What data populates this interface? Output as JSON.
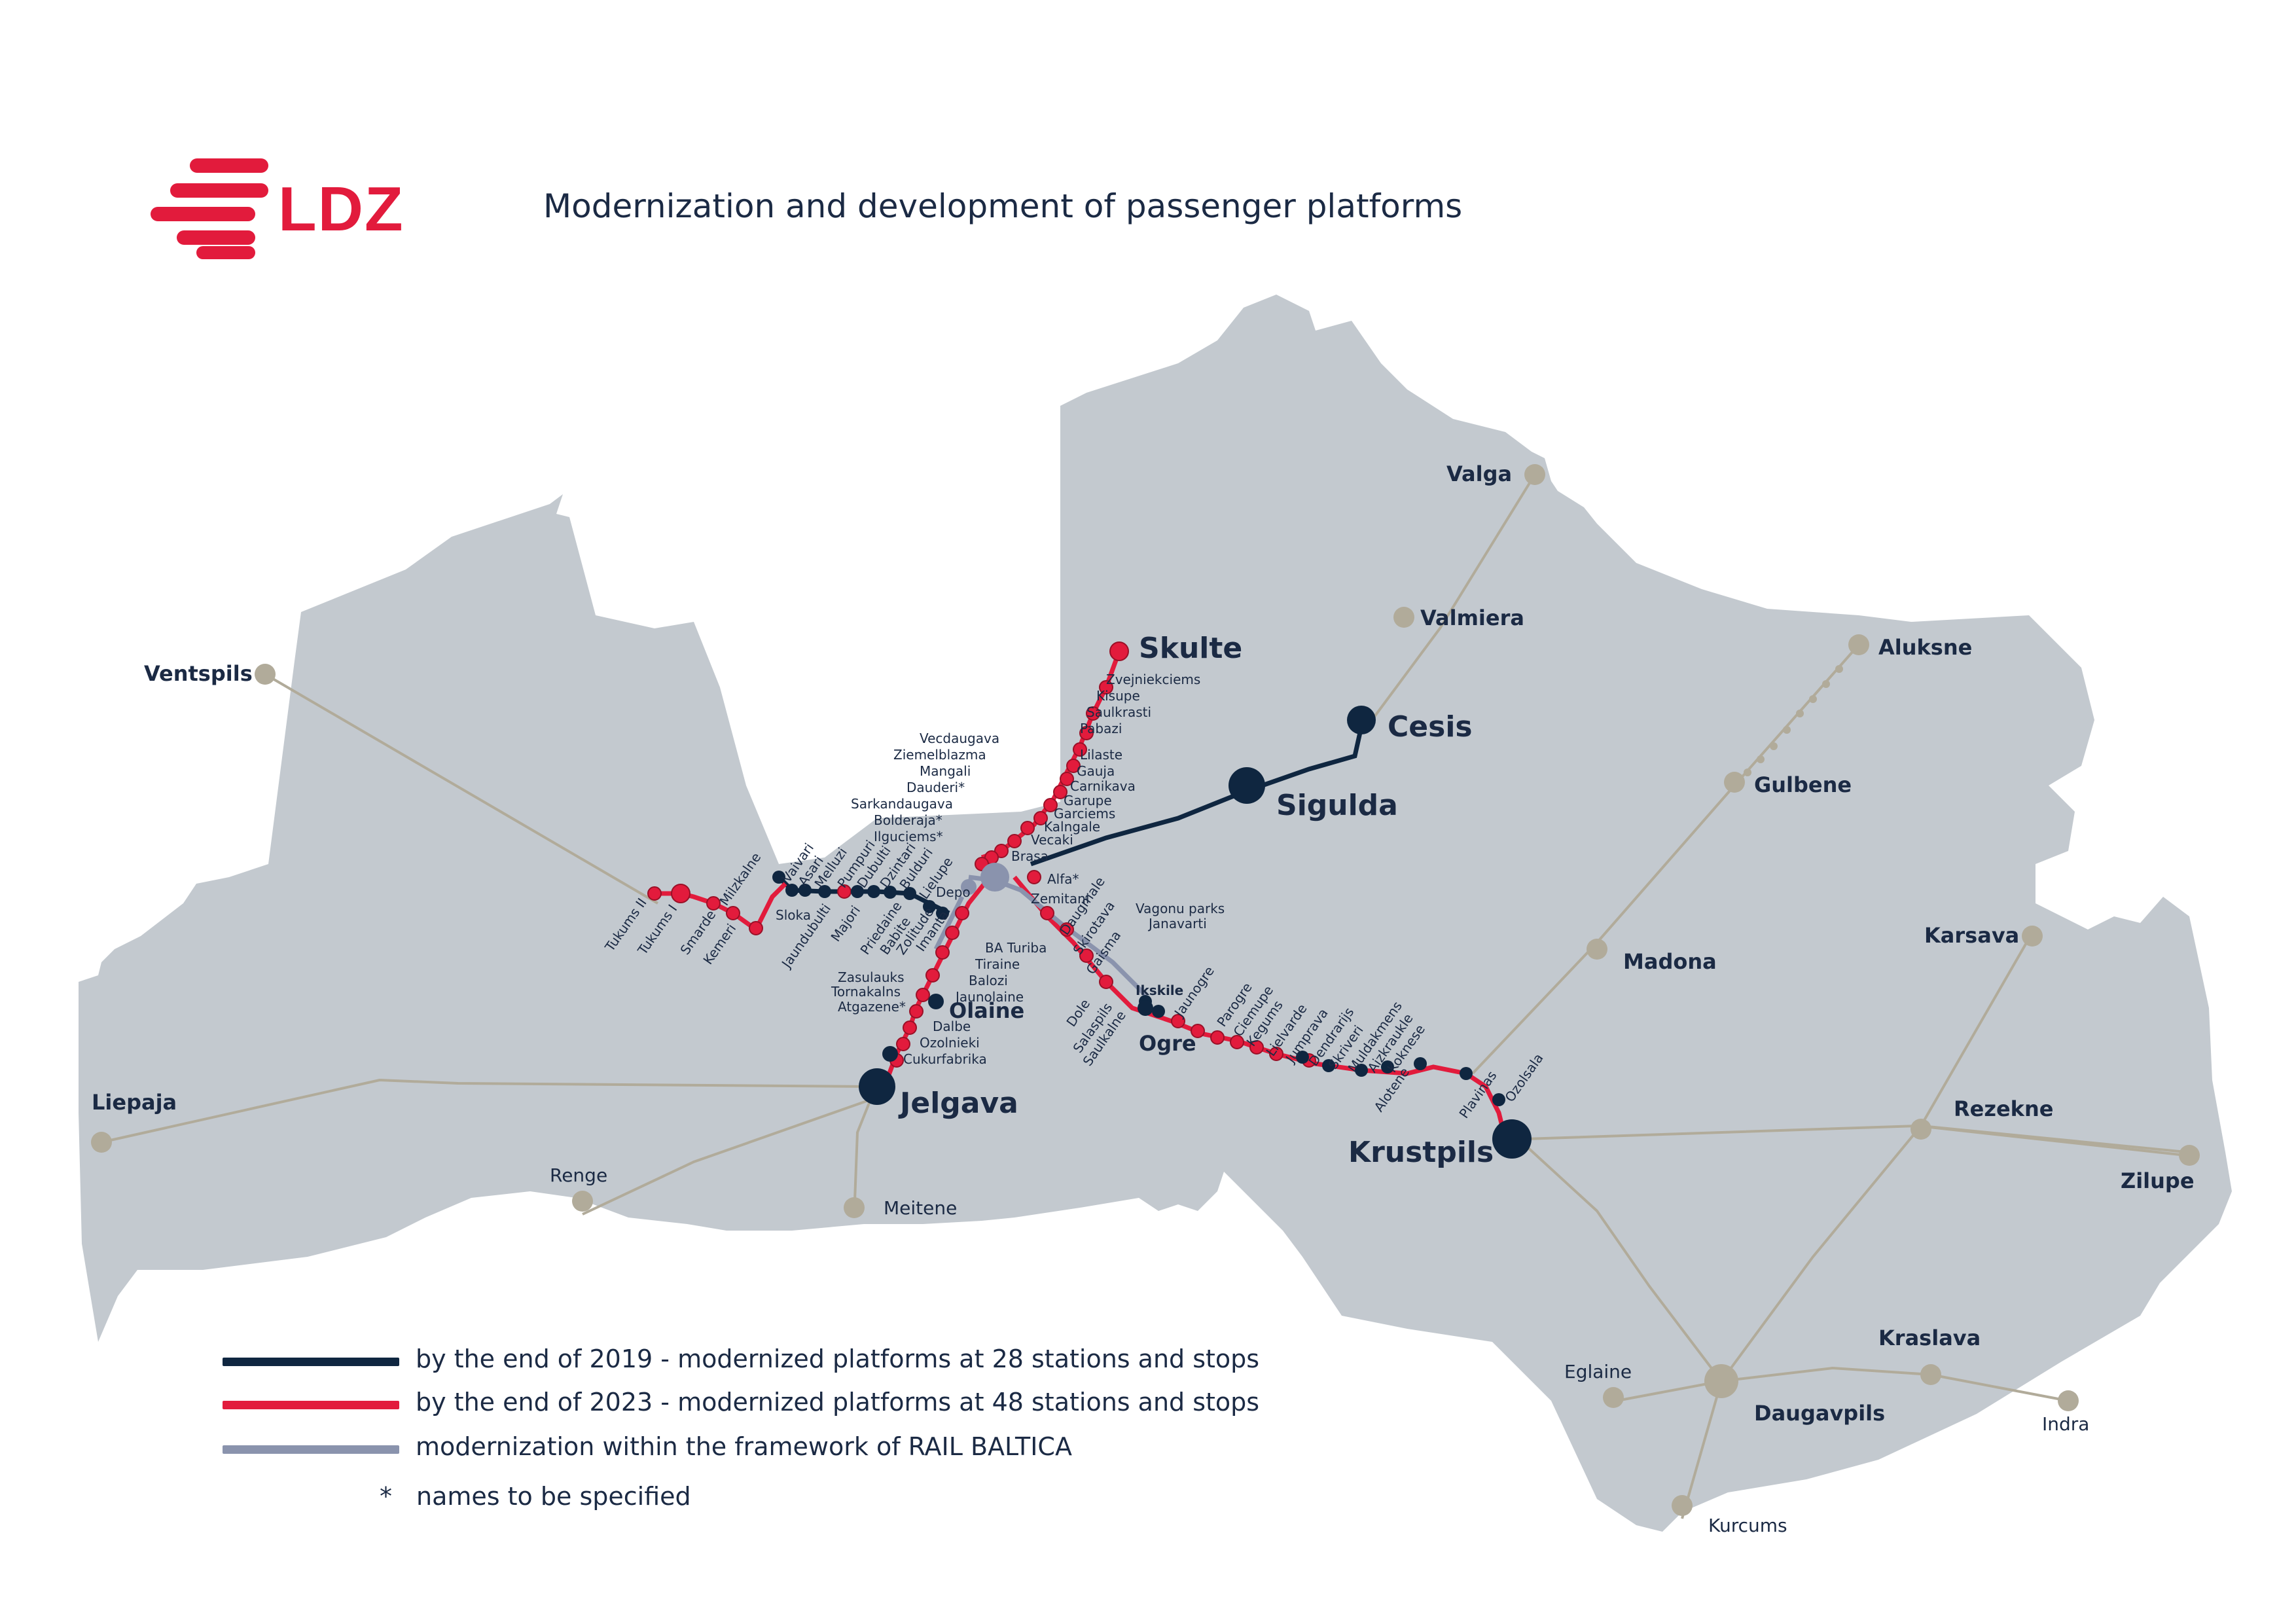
{
  "logo": {
    "text": "LDZ",
    "color": "#e21b3c"
  },
  "title": "Modernization and development of passenger platforms",
  "colors": {
    "land": "#c3c9cf",
    "dark": "#0f2640",
    "red": "#e21b3c",
    "blue": "#8a93ad",
    "grey": "#b1ab9a"
  },
  "cities": {
    "valga": "Valga",
    "valmiera": "Valmiera",
    "aluksne": "Aluksne",
    "gulbene": "Gulbene",
    "madona": "Madona",
    "karsava": "Karsava",
    "rezekne": "Rezekne",
    "zilupe": "Zilupe",
    "kraslava": "Kraslava",
    "daugavpils": "Daugavpils",
    "eglaine": "Eglaine",
    "indra": "Indra",
    "kurcums": "Kurcums",
    "ventspils": "Ventspils",
    "liepaja": "Liepaja",
    "renge": "Renge",
    "meitene": "Meitene"
  },
  "major": {
    "skulte": "Skulte",
    "cesis": "Cesis",
    "sigulda": "Sigulda",
    "jelgava": "Jelgava",
    "olaine": "Olaine",
    "krustpils": "Krustpils",
    "ogre": "Ogre"
  },
  "stops": {
    "zvejniekciems": "Zvejniekciems",
    "kisupe": "Kisupe",
    "saulkrasti": "Saulkrasti",
    "pabazi": "Pabazi",
    "lilaste": "Lilaste",
    "gauja": "Gauja",
    "carnikava": "Carnikava",
    "garupe": "Garupe",
    "garciems": "Garciems",
    "kalngale": "Kalngale",
    "vecaki": "Vecaki",
    "brasa": "Brasa",
    "alfa": "Alfa*",
    "zemitani": "Zemitani",
    "vecdaugava": "Vecdaugava",
    "ziemelblazma": "Ziemelblazma",
    "mangali": "Mangali",
    "dauderi": "Dauderi*",
    "sarkandaugava": "Sarkandaugava",
    "bolderaja": "Bolderaja*",
    "ilguciems": "Ilguciems*",
    "depo": "Depo",
    "vagonu_parks": "Vagonu parks",
    "janavarti": "Janavarti",
    "daugmale": "Daugmale",
    "skirotava": "Skirotava",
    "gaisma": "Gaisma",
    "ba_turiba": "BA Turiba",
    "tiraine": "Tiraine",
    "balozi": "Balozi",
    "jaunolaine": "Jaunolaine",
    "zasulauks": "Zasulauks",
    "tornakalns": "Tornakalns",
    "atgazene": "Atgazene*",
    "dalbe": "Dalbe",
    "ozolnieki": "Ozolnieki",
    "cukurfabrika": "Cukurfabrika",
    "ikskile": "Ikskile",
    "jaunogre": "Jaunogre",
    "dole": "Dole",
    "salaspils": "Salaspils",
    "saulkalne": "Saulkalne",
    "parogre": "Parogre",
    "ciemupe": "Ciemupe",
    "kegums": "Kegums",
    "lielvarde": "Lielvarde",
    "jumprava": "Jumprava",
    "dendrarijs": "Dendrarijs",
    "skriveri": "Skriveri",
    "muldakmens": "Muldakmens",
    "aizkraukle": "Aizkraukle",
    "koknese": "Koknese",
    "alotene": "Alotene",
    "plavinas": "Plavinas",
    "ozolsala": "Ozolsala",
    "vaivari": "Vaivari",
    "asari": "Asari",
    "melluzi": "Melluzi",
    "pumpuri": "Pumpuri",
    "dubulti": "Dubulti",
    "dzintari": "Dzintari",
    "bulduri": "Bulduri",
    "lielupe": "Lielupe",
    "priedaine": "Priedaine",
    "babite": "Babite",
    "zolitude": "Zolitude",
    "imanta": "Imanta",
    "majori": "Majori",
    "jaundubulti": "Jaundubulti",
    "sloka": "Sloka",
    "kemeri": "Kemeri",
    "smarde": "Smarde",
    "milzkalne": "Milzkalne",
    "tukums_i": "Tukums I",
    "tukums_ii": "Tukums II"
  },
  "legend": [
    {
      "text": "by the end  of 2019 - modernized platforms at 28 stations and stops",
      "color": "#0f2640"
    },
    {
      "text": "by the end of 2023 - modernized platforms at 48 stations and stops",
      "color": "#e21b3c"
    },
    {
      "text": "modernization within the framework of RAIL BALTICA",
      "color": "#8a93ad"
    }
  ],
  "footnote": {
    "symbol": "*",
    "text": "names to be specified"
  }
}
